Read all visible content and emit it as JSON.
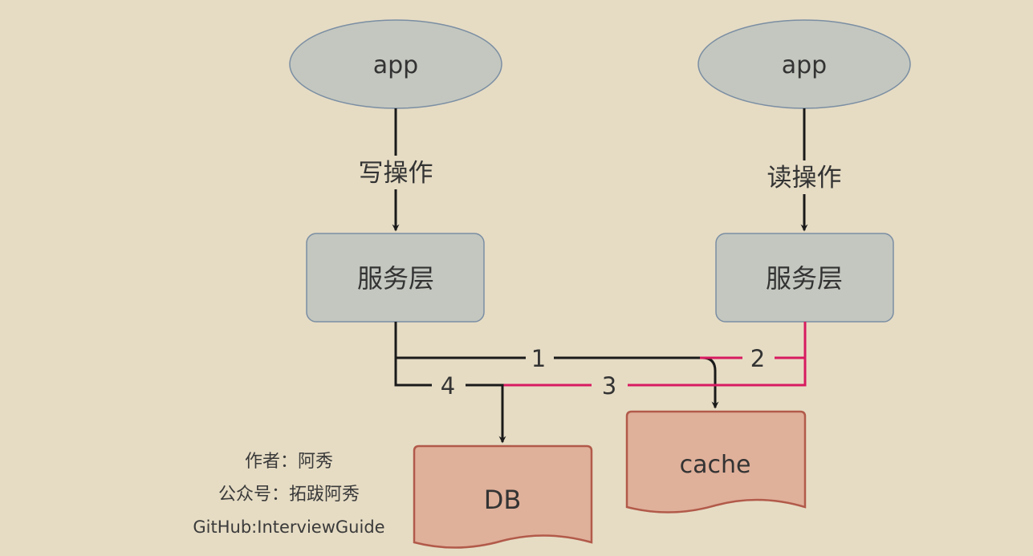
{
  "nodes": {
    "app_write": "app",
    "app_read": "app",
    "service_write": "服务层",
    "service_read": "服务层",
    "db": "DB",
    "cache": "cache"
  },
  "edges": {
    "write_op": "写操作",
    "read_op": "读操作",
    "step1": "1",
    "step2": "2",
    "step3": "3",
    "step4": "4"
  },
  "credits": {
    "author": "作者：阿秀",
    "wechat": "公众号：拓跋阿秀",
    "github": "GitHub:InterviewGuide"
  },
  "colors": {
    "background": "#e6dcc4",
    "node_fill": "#c3c7bf",
    "node_stroke": "#7b8ea3",
    "store_fill": "#dfb09a",
    "store_stroke": "#b25a4a",
    "line_black": "#1a1a1a",
    "line_pink": "#d81b60"
  }
}
